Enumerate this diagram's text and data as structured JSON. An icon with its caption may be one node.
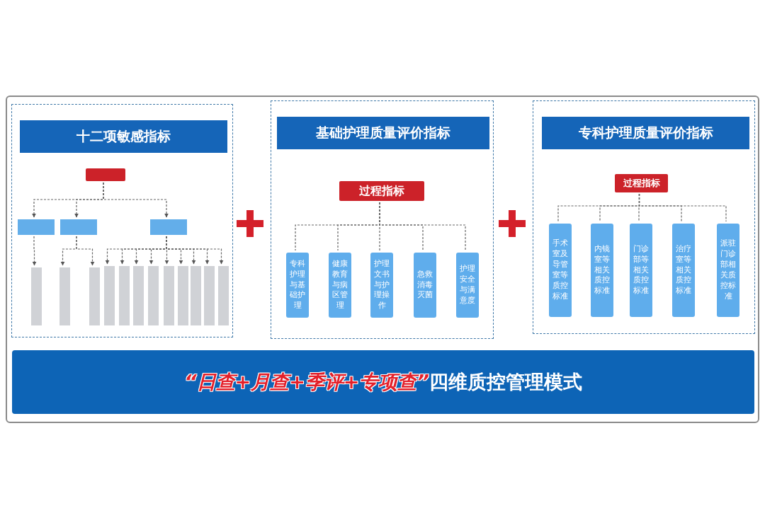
{
  "diagram": {
    "nodes": [
      {
        "text": [],
        "shape": "box"
      },
      {
        "text": [
          "十二项敏感指标"
        ],
        "in": 0
      },
      {
        "text": [],
        "shape": "box",
        "in": 1
      },
      {
        "text": [],
        "shape": "box",
        "in": 1
      },
      {
        "text": [],
        "shape": "box",
        "in": 1
      },
      {
        "text": [],
        "shape": "box",
        "in": 1
      },
      {
        "text": [],
        "shape": "box",
        "in": 1
      },
      {
        "text": [],
        "shape": "box",
        "in": 1
      },
      {
        "text": [],
        "shape": "box",
        "in": 1
      },
      {
        "text": [],
        "shape": "box",
        "in": 1
      },
      {
        "text": [],
        "shape": "box",
        "in": 1
      },
      {
        "text": [],
        "shape": "box",
        "in": 1
      },
      {
        "text": [],
        "shape": "box",
        "in": 1
      },
      {
        "text": [],
        "shape": "box",
        "in": 1
      },
      {
        "text": [],
        "shape": "box",
        "in": 1
      },
      {
        "text": [],
        "shape": "box",
        "in": 1
      },
      {
        "text": [],
        "shape": "box",
        "in": 1
      },
      {
        "text": [],
        "shape": "box",
        "in": 1
      },
      {
        "text": [
          "基础护理质量评价指标"
        ],
        "in": 0
      },
      {
        "text": [
          "过程指标"
        ],
        "in": 18
      },
      {
        "text": [
          "专科护理与基础护理"
        ],
        "in": 18
      },
      {
        "text": [
          "健康教育与病区管理"
        ],
        "in": 18
      },
      {
        "text": [
          "护理文书与护理操作"
        ],
        "in": 18
      },
      {
        "text": [
          "急救消毒灭菌"
        ],
        "in": 18
      },
      {
        "text": [
          "护理安全与满意度"
        ],
        "in": 18
      },
      {
        "text": [
          "专科护理质量评价指标"
        ],
        "in": 0
      },
      {
        "text": [
          "过程指标"
        ],
        "in": 25
      },
      {
        "text": [
          "手术室及导管室等质控标准"
        ],
        "in": 25
      },
      {
        "text": [
          "内镜室等相关质控标准"
        ],
        "in": 25
      },
      {
        "text": [
          "门诊部等相关质控标准"
        ],
        "in": 25
      },
      {
        "text": [
          "治疗室等相关质控标准"
        ],
        "in": 25
      },
      {
        "text": [
          "派驻门诊部相关质控标准"
        ],
        "in": 25
      },
      {
        "text": [
          "“日查+月查+季评+专项查”",
          "四维质控管理模式"
        ],
        "in": 0
      }
    ],
    "edges": [
      {
        "from": 2,
        "to": 3,
        "arrow": "to",
        "style": "dashed"
      },
      {
        "from": 2,
        "to": 4,
        "arrow": "to",
        "style": "dashed"
      },
      {
        "from": 2,
        "to": 5,
        "arrow": "to",
        "style": "dashed"
      },
      {
        "from": 3,
        "to": 6,
        "arrow": "to",
        "style": "dashed"
      },
      {
        "from": 4,
        "to": 7,
        "arrow": "to",
        "style": "dashed"
      },
      {
        "from": 4,
        "to": 8,
        "arrow": "to",
        "style": "dashed"
      },
      {
        "from": 5,
        "to": 9,
        "arrow": "to",
        "style": "dashed"
      },
      {
        "from": 5,
        "to": 10,
        "arrow": "to",
        "style": "dashed"
      },
      {
        "from": 5,
        "to": 11,
        "arrow": "to",
        "style": "dashed"
      },
      {
        "from": 5,
        "to": 12,
        "arrow": "to",
        "style": "dashed"
      },
      {
        "from": 5,
        "to": 13,
        "arrow": "to",
        "style": "dashed"
      },
      {
        "from": 5,
        "to": 14,
        "arrow": "to",
        "style": "dashed"
      },
      {
        "from": 5,
        "to": 15,
        "arrow": "to",
        "style": "dashed"
      },
      {
        "from": 5,
        "to": 16,
        "arrow": "to",
        "style": "dashed"
      },
      {
        "from": 5,
        "to": 17,
        "arrow": "to",
        "style": "dashed"
      },
      {
        "from": 19,
        "to": 20,
        "arrow": "none",
        "style": "dashed"
      },
      {
        "from": 19,
        "to": 21,
        "arrow": "none",
        "style": "dashed"
      },
      {
        "from": 19,
        "to": 22,
        "arrow": "none",
        "style": "dashed"
      },
      {
        "from": 19,
        "to": 23,
        "arrow": "none",
        "style": "dashed"
      },
      {
        "from": 19,
        "to": 24,
        "arrow": "none",
        "style": "dashed"
      },
      {
        "from": 26,
        "to": 27,
        "arrow": "none",
        "style": "dashed"
      },
      {
        "from": 26,
        "to": 28,
        "arrow": "none",
        "style": "dashed"
      },
      {
        "from": 26,
        "to": 29,
        "arrow": "none",
        "style": "dashed"
      },
      {
        "from": 26,
        "to": 30,
        "arrow": "none",
        "style": "dashed"
      },
      {
        "from": 26,
        "to": 31,
        "arrow": "none",
        "style": "dashed"
      }
    ]
  }
}
